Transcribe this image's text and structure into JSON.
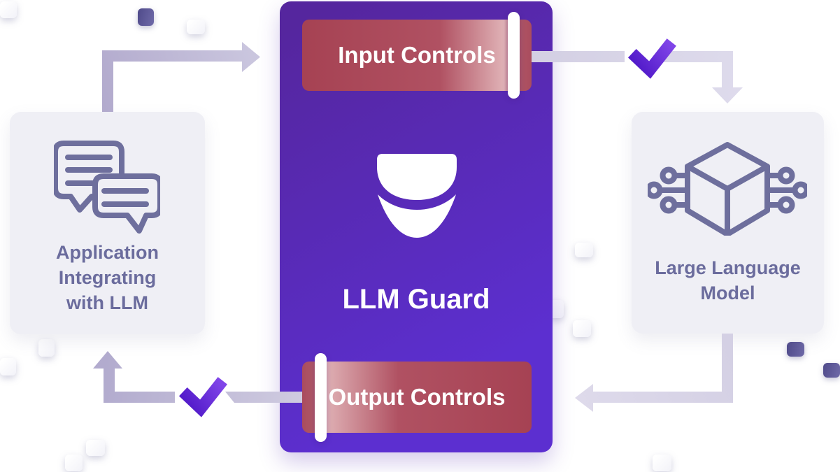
{
  "app_card": {
    "label": "Application Integrating with LLM",
    "icon": "chat-bubbles-icon"
  },
  "guard_panel": {
    "title": "LLM Guard",
    "icon": "shield-icon",
    "input_badge": {
      "label": "Input Controls"
    },
    "output_badge": {
      "label": "Output Controls"
    }
  },
  "llm_card": {
    "label": "Large Language Model",
    "icon": "ai-cube-icon"
  },
  "flow": {
    "check_icon": "check-icon",
    "direction_top": "application to guard to model",
    "direction_bottom": "model to guard to application"
  },
  "colors": {
    "guard_purple_start": "#55269e",
    "guard_purple_end": "#5c2fd0",
    "control_red": "#a64253",
    "control_red_light": "#e0b2b6",
    "card_bg": "#efeff5",
    "label_text": "#6b6c9d",
    "icon_stroke": "#6e6f9d",
    "arrow_lavender_dark": "#b2abce",
    "arrow_lavender_light": "#dedbec",
    "check_purple": "#5a21d0",
    "pill_white": "#ffffff"
  }
}
